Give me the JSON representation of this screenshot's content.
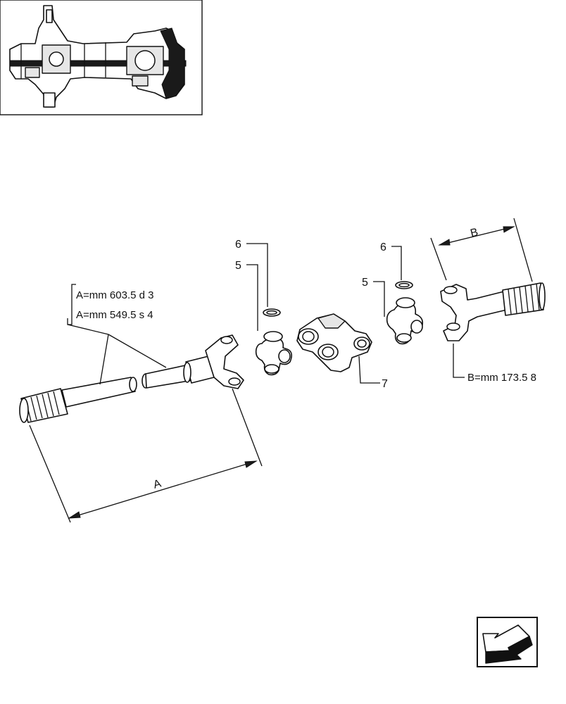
{
  "callouts": {
    "shaft_a_long": "A=mm 603.5 d  3",
    "shaft_a_short": "A=mm 549.5 s  4",
    "shaft_b": "B=mm 173.5  8",
    "item_5_left": "5",
    "item_6_left": "6",
    "item_5_right": "5",
    "item_6_right": "6",
    "item_7": "7"
  },
  "dimensions": {
    "a": "A",
    "b": "B"
  },
  "navigation": {
    "icon": "back-arrow-icon"
  }
}
